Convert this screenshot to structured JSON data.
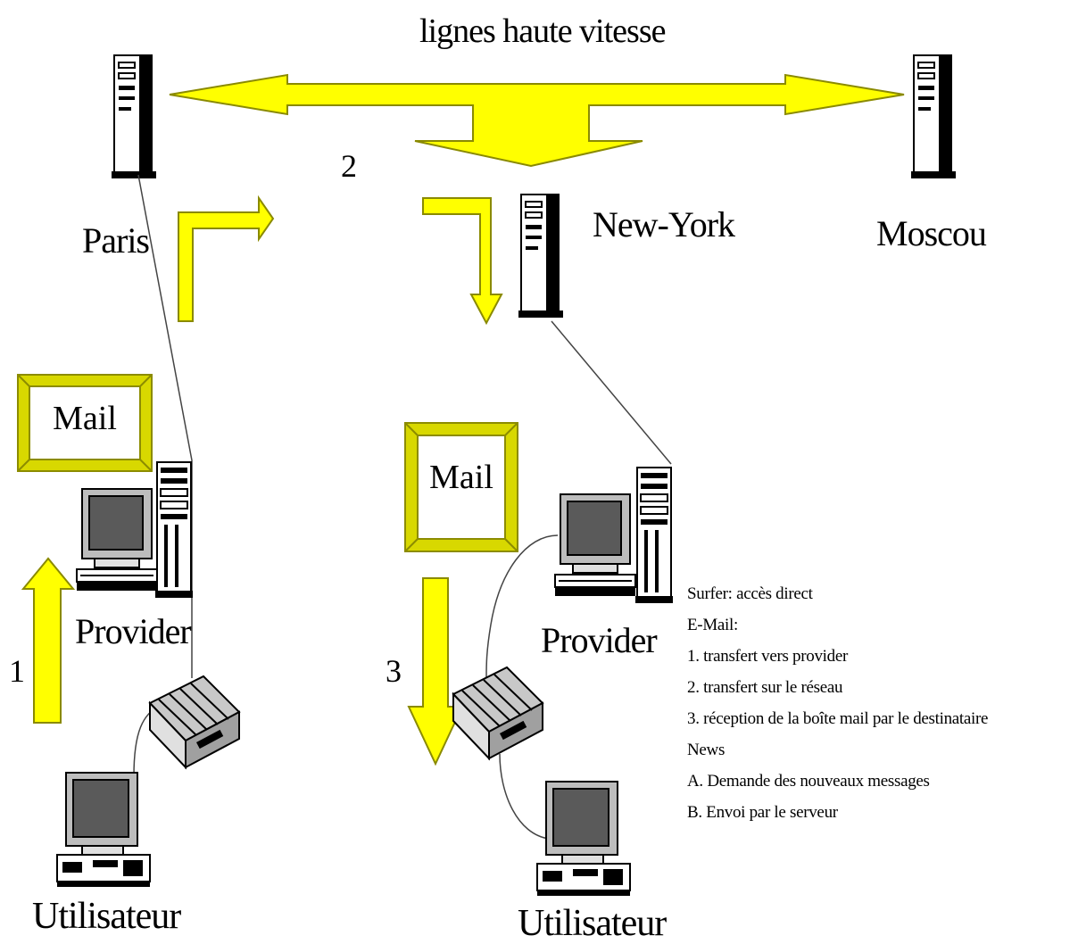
{
  "title": "lignes haute vitesse",
  "cities": {
    "paris": "Paris",
    "new_york": "New-York",
    "moscou": "Moscou"
  },
  "steps": {
    "one": "1",
    "two": "2",
    "three": "3"
  },
  "mail_left": "Mail",
  "mail_right": "Mail",
  "provider_left": "Provider",
  "provider_right": "Provider",
  "user_left": "Utilisateur",
  "user_right": "Utilisateur",
  "legend": {
    "line1": "Surfer: accès direct",
    "line2": "E-Mail:",
    "line3": "1. transfert vers provider",
    "line4": "2. transfert sur le réseau",
    "line5": "3. réception de la boîte mail par le destinataire",
    "line6": "News",
    "line7": "A. Demande des nouveaux messages",
    "line8": "B. Envoi par le serveur"
  },
  "colors": {
    "arrow_fill": "#ffff00",
    "arrow_stroke": "#8a8a00",
    "frame": "#d8d800",
    "frame_dark": "#8c8c00",
    "screen": "#5a5a5a",
    "case": "#c8c8c8"
  }
}
